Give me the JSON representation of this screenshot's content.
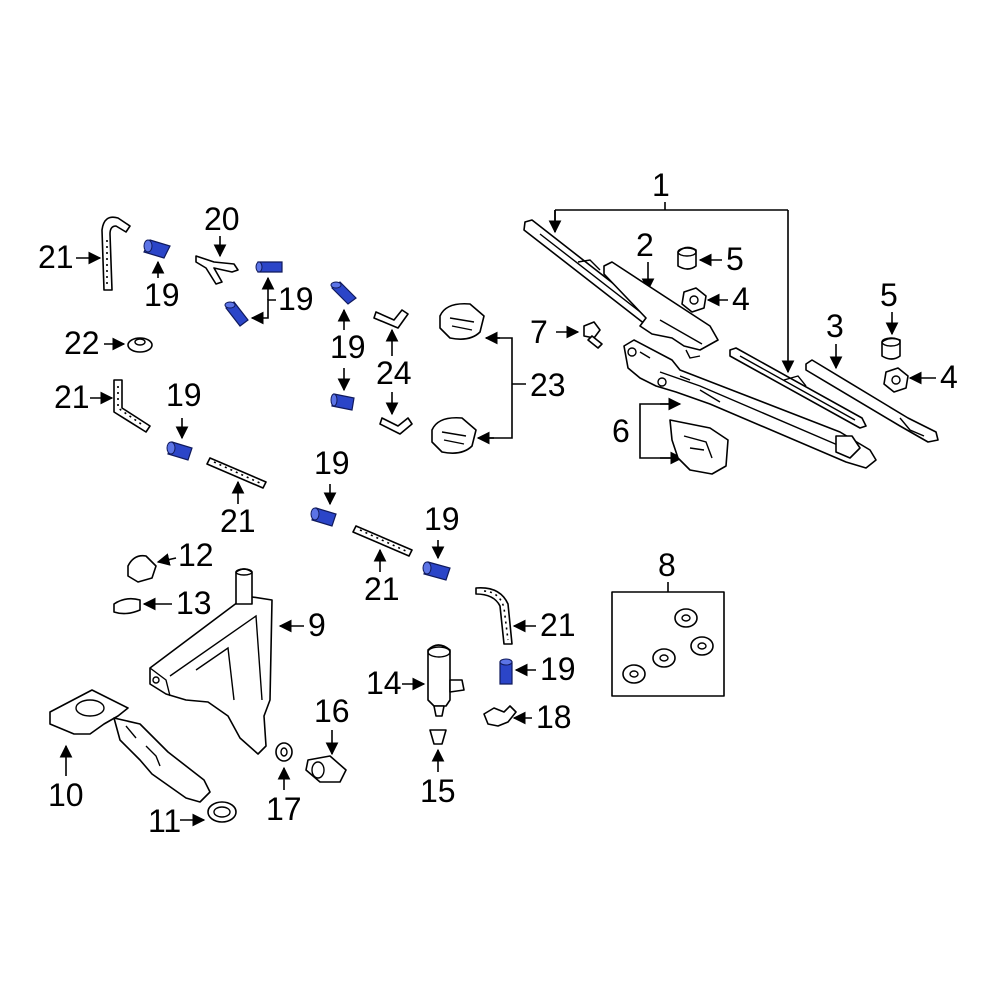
{
  "callouts": {
    "c1": "1",
    "c2": "2",
    "c3": "3",
    "c4a": "4",
    "c4b": "4",
    "c5a": "5",
    "c5b": "5",
    "c6": "6",
    "c7": "7",
    "c8": "8",
    "c9": "9",
    "c10": "10",
    "c11": "11",
    "c12": "12",
    "c13": "13",
    "c14": "14",
    "c15": "15",
    "c16": "16",
    "c17": "17",
    "c18": "18",
    "c19a": "19",
    "c19b": "19",
    "c19c": "19",
    "c19d": "19",
    "c19e": "19",
    "c19f": "19",
    "c19g": "19",
    "c20": "20",
    "c21a": "21",
    "c21b": "21",
    "c21c": "21",
    "c21d": "21",
    "c21e": "21",
    "c22": "22",
    "c23": "23",
    "c24": "24"
  },
  "colors": {
    "highlight": "#2b45c8",
    "line": "#000000"
  }
}
